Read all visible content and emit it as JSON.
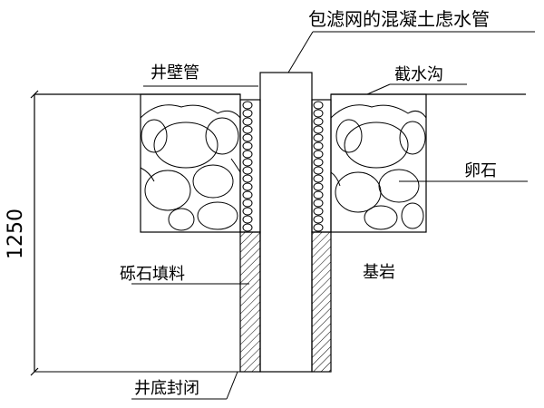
{
  "labels": {
    "filter_pipe": "包滤网的混凝土虑水管",
    "well_wall_pipe": "井壁管",
    "intercept_ditch": "截水沟",
    "pebble": "卵石",
    "bedrock": "基岩",
    "gravel_fill": "砾石填料",
    "well_bottom_seal": "井底封闭",
    "depth": "1250"
  }
}
